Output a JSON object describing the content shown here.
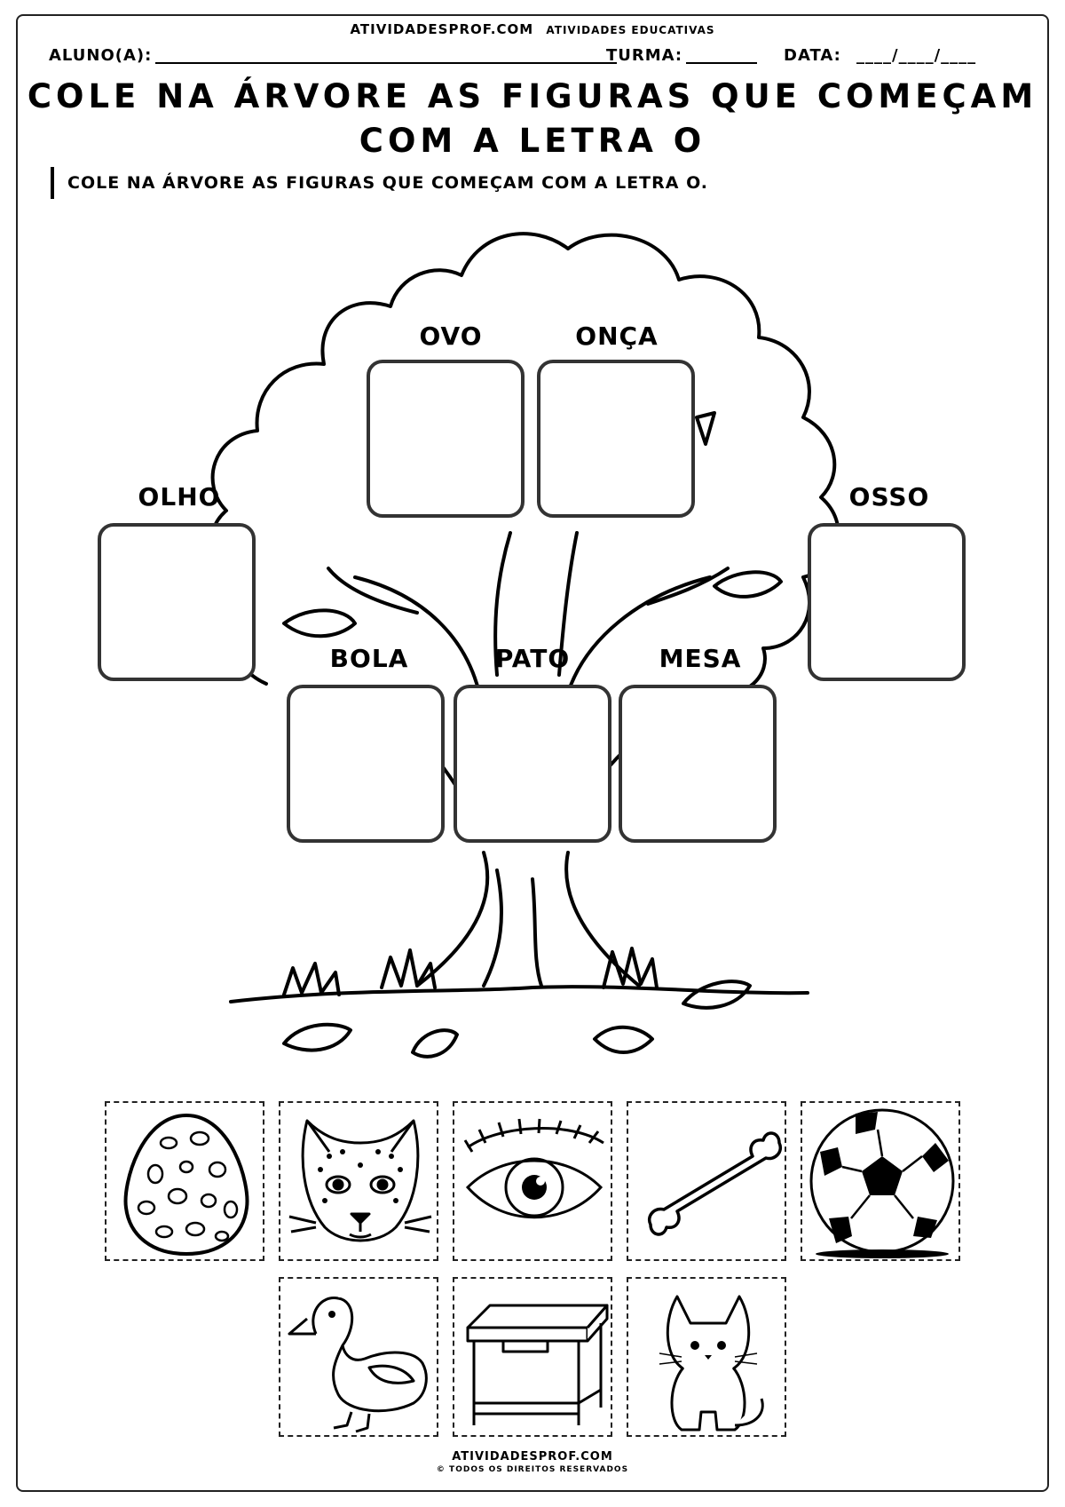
{
  "header": {
    "site": "ATIVIDADESPROF.COM",
    "subtitle": "ATIVIDADES EDUCATIVAS"
  },
  "student_form": {
    "student_label": "ALUNO(A):",
    "class_label": "TURMA:",
    "date_label": "DATA:",
    "date_blanks": "____/____/____"
  },
  "title": {
    "line1": "COLE NA ÁRVORE AS FIGURAS QUE COMEÇAM",
    "line2": "COM A LETRA O"
  },
  "instruction": "COLE NA ÁRVORE AS FIGURAS QUE COMEÇAM COM A LETRA O.",
  "tree_slots": {
    "ovo": "OVO",
    "onca": "ONÇA",
    "olho": "OLHO",
    "osso": "OSSO",
    "bola": "BOLA",
    "pato": "PATO",
    "mesa": "MESA"
  },
  "cutout_cards": [
    {
      "icon": "egg-icon"
    },
    {
      "icon": "jaguar-icon"
    },
    {
      "icon": "eye-icon"
    },
    {
      "icon": "bone-icon"
    },
    {
      "icon": "soccer-ball-icon"
    },
    {
      "icon": "duck-icon"
    },
    {
      "icon": "table-icon"
    },
    {
      "icon": "cat-icon"
    }
  ],
  "footer": {
    "site": "ATIVIDADESPROF.COM",
    "copyright": "© TODOS OS DIREITOS RESERVADOS"
  }
}
